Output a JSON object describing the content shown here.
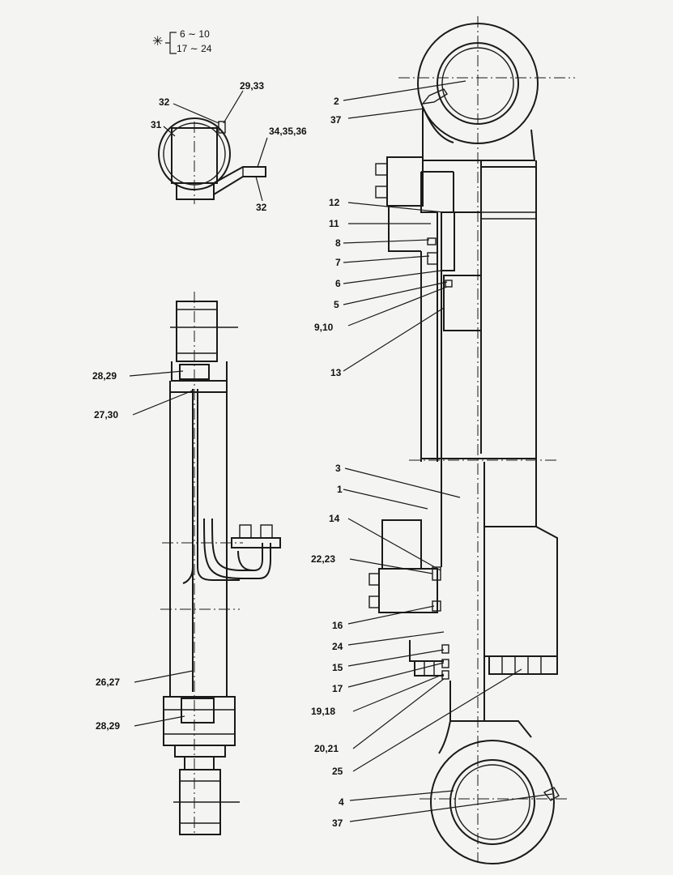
{
  "note": {
    "star": "✳",
    "line1": "6 ∼ 10",
    "line2": "17 ∼ 24"
  },
  "labels": {
    "l_2": "2",
    "l_37a": "37",
    "l_12": "12",
    "l_11": "11",
    "l_8": "8",
    "l_7": "7",
    "l_6": "6",
    "l_5": "5",
    "l_9_10": "9,10",
    "l_13": "13",
    "l_3": "3",
    "l_1": "1",
    "l_14": "14",
    "l_22_23": "22,23",
    "l_16": "16",
    "l_24": "24",
    "l_15": "15",
    "l_17": "17",
    "l_19_18": "19,18",
    "l_20_21": "20,21",
    "l_25": "25",
    "l_4": "4",
    "l_37b": "37",
    "l_29_33": "29,33",
    "l_32a": "32",
    "l_31": "31",
    "l_34_35_36": "34,35,36",
    "l_32b": "32",
    "l_28_29a": "28,29",
    "l_27_30": "27,30",
    "l_26_27": "26,27",
    "l_28_29b": "28,29"
  }
}
